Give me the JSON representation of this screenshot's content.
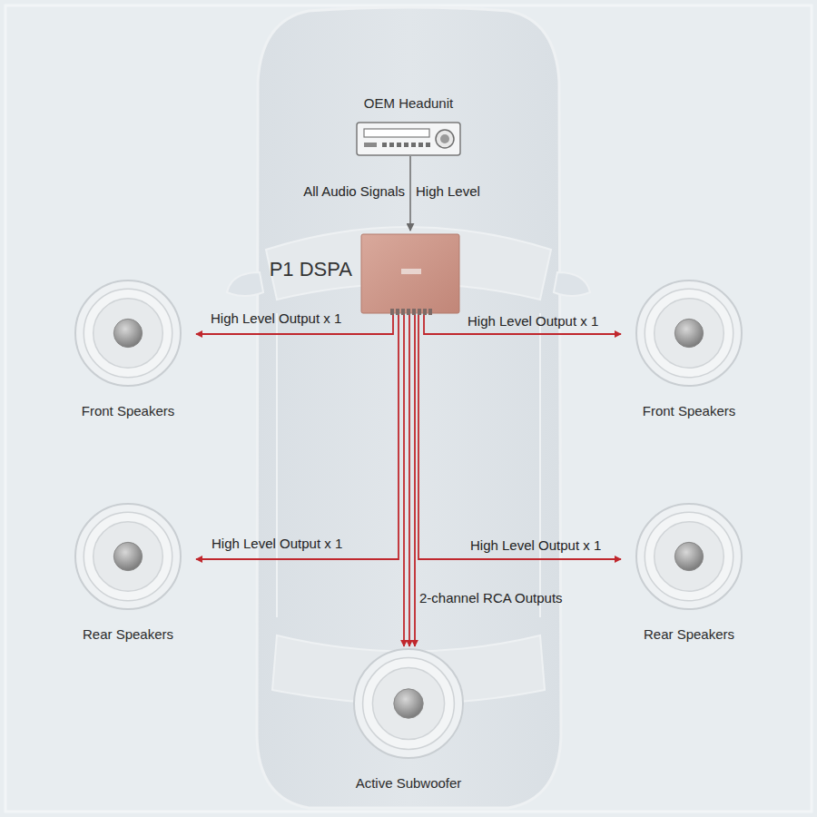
{
  "diagram": {
    "nodes": [
      {
        "text": [
          "OEM Headunit"
        ]
      },
      {
        "text": [
          "P1 DSPA"
        ]
      },
      {
        "text": [
          "Front Speakers"
        ]
      },
      {
        "text": [
          "Front Speakers"
        ]
      },
      {
        "text": [
          "Rear Speakers"
        ]
      },
      {
        "text": [
          "Rear Speakers"
        ]
      },
      {
        "text": [
          "Active Subwoofer"
        ]
      }
    ],
    "edges": [
      {
        "from": 0,
        "to": 1,
        "arrow": "to",
        "label": "All Audio Signals"
      },
      {
        "from": 1,
        "to": 2,
        "arrow": "to",
        "label": "High Level Output x 1"
      },
      {
        "from": 1,
        "to": 3,
        "arrow": "to",
        "label": "High Level Output x 1"
      },
      {
        "from": 1,
        "to": 4,
        "arrow": "to",
        "label": "High Level Output x 1"
      },
      {
        "from": 1,
        "to": 5,
        "arrow": "to",
        "label": "High Level Output x 1"
      },
      {
        "from": 1,
        "to": 6,
        "arrow": "to",
        "label": "2-channel RCA Outputs"
      }
    ],
    "labels": [
      "High Level"
    ]
  }
}
